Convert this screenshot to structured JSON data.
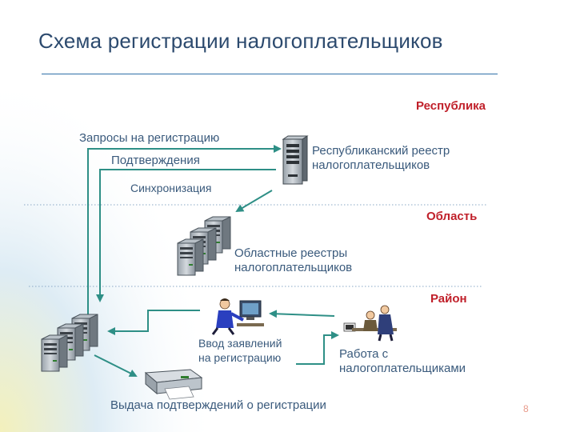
{
  "title": "Схема регистрации налогоплательщиков",
  "levels": {
    "republic": "Республика",
    "region": "Область",
    "district": "Район"
  },
  "flows": {
    "requests": "Запросы на регистрацию",
    "confirmations": "Подтверждения",
    "sync": "Синхронизация"
  },
  "nodes": {
    "republic_registry": [
      "Республиканский реестр",
      "налогоплательщиков"
    ],
    "regional_registries": [
      "Областные реестры",
      "налогоплательщиков"
    ],
    "application_input": [
      "Ввод заявлений",
      "на регистрацию"
    ],
    "taxpayer_work": [
      "Работа с",
      "налогоплательщиками"
    ],
    "confirmation_output": "Выдача подтверждений о регистрации"
  },
  "page_number": "8",
  "colors": {
    "title": "#2c4a6e",
    "text": "#3a5a7c",
    "level": "#c0202a",
    "arrow": "#2e8f86",
    "rule": "#2f6fa8",
    "page_number": "#e89a8a"
  }
}
